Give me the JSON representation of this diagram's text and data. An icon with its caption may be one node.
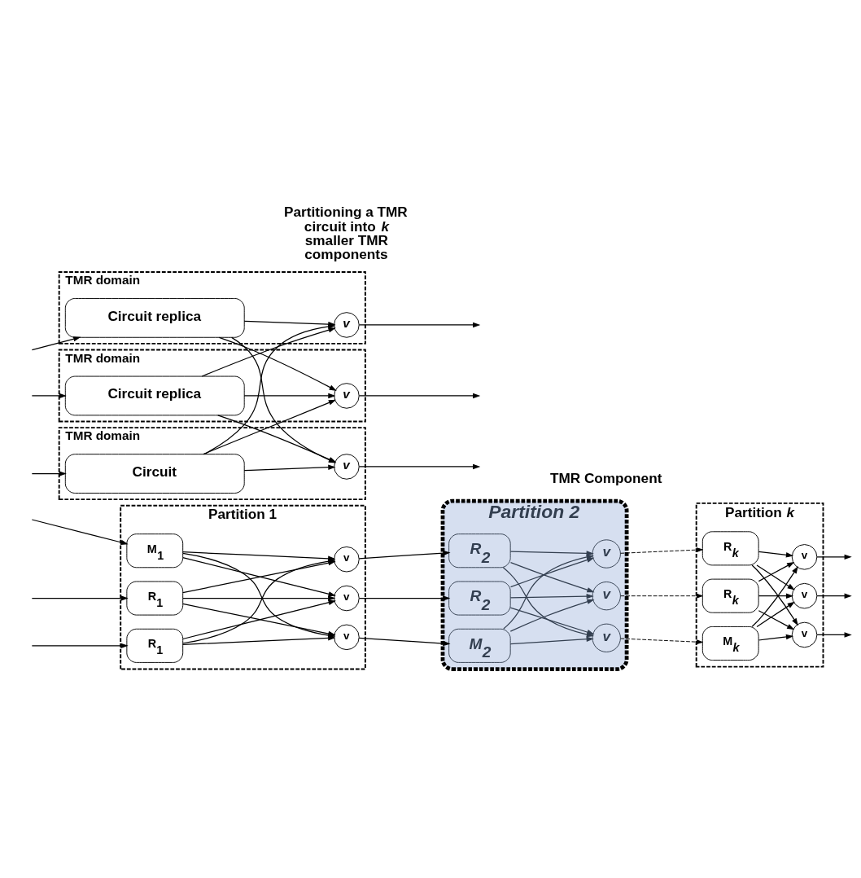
{
  "diagram": {
    "nodes": [
      {
        "text": [
          "TMR domain"
        ]
      },
      {
        "text": [
          "Circuit"
        ],
        "in": 0
      },
      {
        "text": [
          "v"
        ],
        "in": 0
      },
      {
        "text": [
          "TMR domain"
        ]
      },
      {
        "text": [
          "Circuit replica"
        ],
        "in": 3
      },
      {
        "text": [
          "v"
        ],
        "in": 3
      },
      {
        "text": [
          "TMR domain"
        ]
      },
      {
        "text": [
          "Circuit replica"
        ],
        "in": 6
      },
      {
        "text": [
          "v"
        ],
        "in": 6
      },
      {
        "text": [
          "Partition 1"
        ]
      },
      {
        "text": [
          "M$_{1}$"
        ],
        "in": 9
      },
      {
        "text": [
          "R$_{1}$"
        ],
        "in": 9
      },
      {
        "text": [
          "R$_{1}$"
        ],
        "in": 9
      },
      {
        "text": [
          "v"
        ],
        "in": 9
      },
      {
        "text": [
          "v"
        ],
        "in": 9
      },
      {
        "text": [
          "v"
        ],
        "in": 9
      },
      {
        "text": [
          "Partition 2"
        ]
      },
      {
        "text": [
          "M$_{2}$"
        ],
        "in": 16
      },
      {
        "text": [
          "R$_{2}$"
        ],
        "in": 16
      },
      {
        "text": [
          "R$_{2}$"
        ],
        "in": 16
      },
      {
        "text": [
          "v"
        ],
        "in": 16
      },
      {
        "text": [
          "v"
        ],
        "in": 16
      },
      {
        "text": [
          "v"
        ],
        "in": 16
      },
      {
        "text": [
          "Partition *k*"
        ]
      },
      {
        "text": [
          "M$_{k}$"
        ],
        "in": 23
      },
      {
        "text": [
          "R$_{k}$"
        ],
        "in": 23
      },
      {
        "text": [
          "R$_{k}$"
        ],
        "in": 23
      },
      {
        "text": [
          "v"
        ],
        "in": 23
      },
      {
        "text": [
          "v"
        ],
        "in": 23
      },
      {
        "text": [
          "v"
        ],
        "in": 23
      }
    ],
    "edges": [
      {
        "from": null,
        "to": 1,
        "arrow": "to"
      },
      {
        "from": null,
        "to": 4,
        "arrow": "to"
      },
      {
        "from": null,
        "to": 7,
        "arrow": "to"
      },
      {
        "from": 1,
        "to": 2,
        "arrow": "to"
      },
      {
        "from": 1,
        "to": 5,
        "arrow": "to"
      },
      {
        "from": 1,
        "to": 8,
        "arrow": "to"
      },
      {
        "from": 4,
        "to": 2,
        "arrow": "to"
      },
      {
        "from": 4,
        "to": 5,
        "arrow": "to"
      },
      {
        "from": 4,
        "to": 8,
        "arrow": "to"
      },
      {
        "from": 7,
        "to": 2,
        "arrow": "to"
      },
      {
        "from": 7,
        "to": 5,
        "arrow": "to"
      },
      {
        "from": 7,
        "to": 8,
        "arrow": "to"
      },
      {
        "from": 2,
        "to": null,
        "arrow": "to"
      },
      {
        "from": 5,
        "to": null,
        "arrow": "to"
      },
      {
        "from": 8,
        "to": null,
        "arrow": "to"
      },
      {
        "from": null,
        "to": 10,
        "arrow": "to"
      },
      {
        "from": null,
        "to": 11,
        "arrow": "to"
      },
      {
        "from": null,
        "to": 12,
        "arrow": "to"
      },
      {
        "from": 10,
        "to": 13,
        "arrow": "to"
      },
      {
        "from": 10,
        "to": 14,
        "arrow": "to"
      },
      {
        "from": 10,
        "to": 15,
        "arrow": "to"
      },
      {
        "from": 11,
        "to": 13,
        "arrow": "to"
      },
      {
        "from": 11,
        "to": 14,
        "arrow": "to"
      },
      {
        "from": 11,
        "to": 15,
        "arrow": "to"
      },
      {
        "from": 12,
        "to": 13,
        "arrow": "to"
      },
      {
        "from": 12,
        "to": 14,
        "arrow": "to"
      },
      {
        "from": 12,
        "to": 15,
        "arrow": "to"
      },
      {
        "from": 13,
        "to": 17,
        "arrow": "to"
      },
      {
        "from": 14,
        "to": 18,
        "arrow": "to"
      },
      {
        "from": 15,
        "to": 19,
        "arrow": "to"
      },
      {
        "from": 17,
        "to": 20,
        "arrow": "to",
        "color": "#333f50"
      },
      {
        "from": 17,
        "to": 21,
        "arrow": "to",
        "color": "#333f50"
      },
      {
        "from": 17,
        "to": 22,
        "arrow": "to",
        "color": "#333f50"
      },
      {
        "from": 18,
        "to": 20,
        "arrow": "to",
        "color": "#333f50"
      },
      {
        "from": 18,
        "to": 21,
        "arrow": "to",
        "color": "#333f50"
      },
      {
        "from": 18,
        "to": 22,
        "arrow": "to",
        "color": "#333f50"
      },
      {
        "from": 19,
        "to": 20,
        "arrow": "to",
        "color": "#333f50"
      },
      {
        "from": 19,
        "to": 21,
        "arrow": "to",
        "color": "#333f50"
      },
      {
        "from": 19,
        "to": 22,
        "arrow": "to",
        "color": "#333f50"
      },
      {
        "from": 20,
        "to": 24,
        "arrow": "to",
        "style": "dashed"
      },
      {
        "from": 21,
        "to": 25,
        "arrow": "to",
        "style": "dashed"
      },
      {
        "from": 22,
        "to": 26,
        "arrow": "to",
        "style": "dashed"
      },
      {
        "from": 24,
        "to": 27,
        "arrow": "to"
      },
      {
        "from": 24,
        "to": 28,
        "arrow": "to"
      },
      {
        "from": 24,
        "to": 29,
        "arrow": "to"
      },
      {
        "from": 25,
        "to": 27,
        "arrow": "to"
      },
      {
        "from": 25,
        "to": 28,
        "arrow": "to"
      },
      {
        "from": 25,
        "to": 29,
        "arrow": "to"
      },
      {
        "from": 26,
        "to": 27,
        "arrow": "to"
      },
      {
        "from": 26,
        "to": 28,
        "arrow": "to"
      },
      {
        "from": 26,
        "to": 29,
        "arrow": "to"
      },
      {
        "from": 27,
        "to": null,
        "arrow": "to"
      },
      {
        "from": 28,
        "to": null,
        "arrow": "to"
      },
      {
        "from": 29,
        "to": null,
        "arrow": "to"
      }
    ],
    "labels": [
      "Partitioning a TMR circuit into *k* smaller TMR components",
      "TMR Component"
    ]
  }
}
